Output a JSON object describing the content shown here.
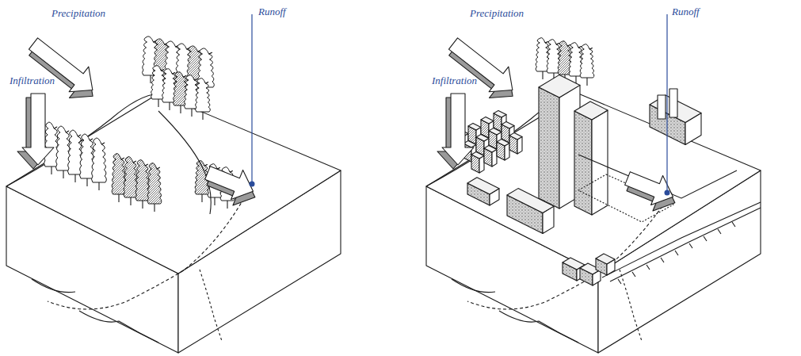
{
  "diagram": {
    "labels": [
      "Precipitation",
      "Runoff",
      "Infiltration",
      "Precipitation",
      "Runoff",
      "Infiltration"
    ]
  }
}
